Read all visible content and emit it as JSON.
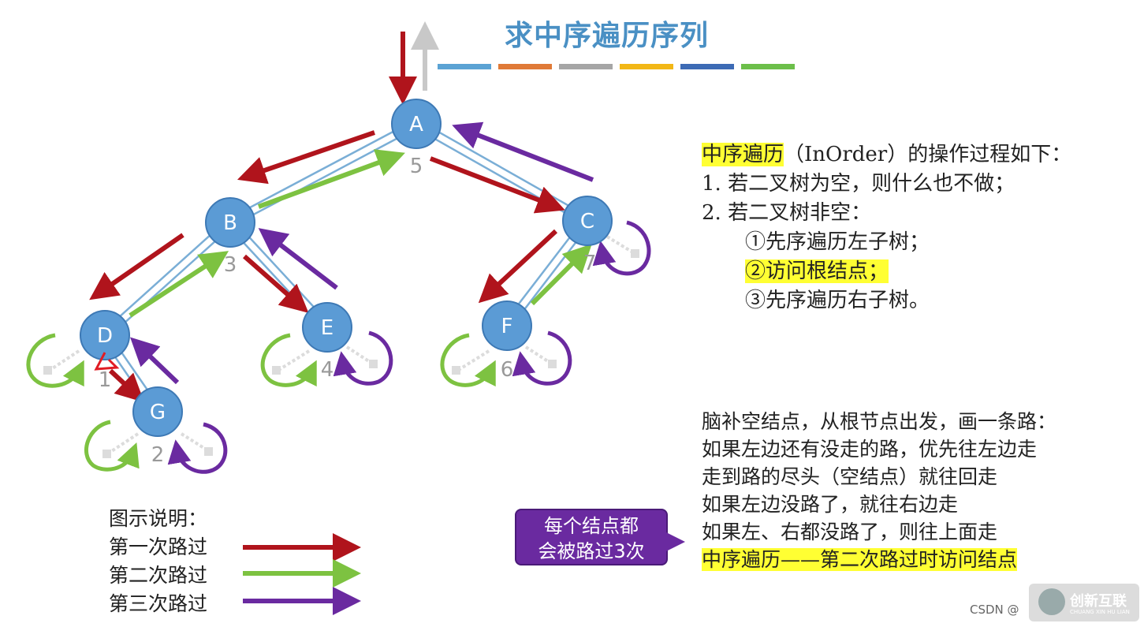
{
  "title": "求中序遍历序列",
  "colors": {
    "first_pass": "#b0141c",
    "second_pass": "#7dc241",
    "third_pass": "#6a2aa0",
    "node_fill": "#5b9bd5",
    "node_stroke": "#3d79b5",
    "edge": "#7aaed6",
    "highlight": "#ffff33",
    "order_number": "#999999",
    "sequence_slots": [
      "#5ba3d4",
      "#e07a37",
      "#a6a6a6",
      "#f2b716",
      "#3d6bb5",
      "#6cbf4a"
    ]
  },
  "tree": {
    "nodes": [
      {
        "id": "A",
        "label": "A",
        "order": "5"
      },
      {
        "id": "B",
        "label": "B",
        "order": "3"
      },
      {
        "id": "C",
        "label": "C",
        "order": "7"
      },
      {
        "id": "D",
        "label": "D",
        "order": "1"
      },
      {
        "id": "E",
        "label": "E",
        "order": "4"
      },
      {
        "id": "F",
        "label": "F",
        "order": "6"
      },
      {
        "id": "G",
        "label": "G",
        "order": "2"
      }
    ],
    "edges": [
      [
        "A",
        "B"
      ],
      [
        "A",
        "C"
      ],
      [
        "B",
        "D"
      ],
      [
        "B",
        "E"
      ],
      [
        "C",
        "F"
      ],
      [
        "D",
        "G"
      ]
    ]
  },
  "rules": {
    "heading_highlight": "中序遍历",
    "heading_rest": "（InOrder）的操作过程如下：",
    "step1": "1.  若二叉树为空，则什么也不做；",
    "step2": "2.  若二叉树非空：",
    "sub1": "①先序遍历左子树；",
    "sub2": "②访问根结点；",
    "sub3": "③先序遍历右子树。"
  },
  "description": {
    "line1": "脑补空结点，从根节点出发，画一条路：",
    "line2": "如果左边还有没走的路，优先往左边走",
    "line3": "走到路的尽头（空结点）就往回走",
    "line4": "如果左边没路了，就往右边走",
    "line5": "如果左、右都没路了，则往上面走",
    "line6": "中序遍历——第二次路过时访问结点"
  },
  "callout": {
    "line1": "每个结点都",
    "line2": "会被路过3次"
  },
  "legend": {
    "title": "图示说明：",
    "first": "第一次路过",
    "second": "第二次路过",
    "third": "第三次路过"
  },
  "watermark": "CSDN @",
  "logo": {
    "text": "创新互联",
    "sub": "CHUANG XIN HU LIAN"
  }
}
